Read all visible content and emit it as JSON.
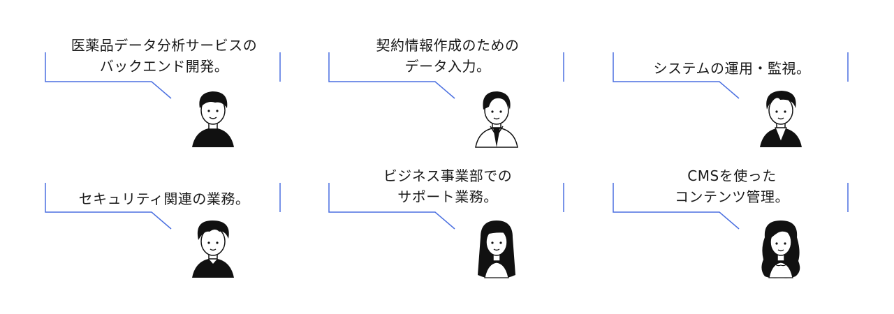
{
  "accent_color": "#4a6fe0",
  "cards": [
    {
      "lines": [
        "医薬品データ分析サービスの",
        "バックエンド開発。"
      ],
      "avatar": "short-hair-man-icon"
    },
    {
      "lines": [
        "契約情報作成のための",
        "データ入力。"
      ],
      "avatar": "collared-shirt-man-icon"
    },
    {
      "lines": [
        "システムの運用・監視。"
      ],
      "avatar": "jacket-man-icon"
    },
    {
      "lines": [
        "セキュリティ関連の業務。"
      ],
      "avatar": "curly-hair-man-icon"
    },
    {
      "lines": [
        "ビジネス事業部での",
        "サポート業務。"
      ],
      "avatar": "long-hair-woman-icon"
    },
    {
      "lines": [
        "CMSを使った",
        "コンテンツ管理。"
      ],
      "avatar": "wavy-hair-woman-icon"
    }
  ]
}
